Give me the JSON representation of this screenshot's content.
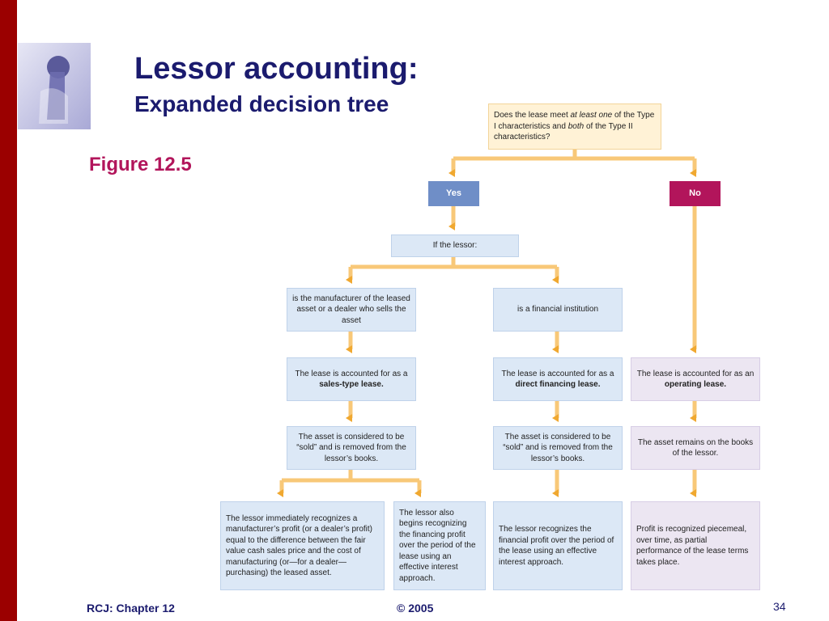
{
  "title": {
    "main": "Lessor accounting:",
    "sub": "Expanded decision tree"
  },
  "figure_label": "Figure 12.5",
  "question": {
    "part1": "Does the lease meet ",
    "part2": "at least one",
    "part3": " of the Type I characteristics and ",
    "part4": "both",
    "part5": " of the Type II characteristics?"
  },
  "yes_label": "Yes",
  "no_label": "No",
  "if_lessor": "If the lessor:",
  "manufacturer": "is the manufacturer of the leased asset or a dealer who sells the asset",
  "financial_institution": "is a financial institution",
  "sales_type": {
    "text": "The lease is accounted for as a ",
    "bold": "sales-type lease."
  },
  "direct_financing": {
    "text": "The lease is accounted for as a ",
    "bold": "direct financing lease."
  },
  "operating": {
    "text": "The lease is accounted for as an ",
    "bold": "operating lease."
  },
  "asset_sold_1": "The asset is considered to be “sold” and is removed from the lessor’s books.",
  "asset_sold_2": "The asset is considered to be “sold” and is removed from the lessor’s books.",
  "asset_remains": "The asset remains on the books of the lessor.",
  "manufacturer_profit": "The lessor immediately recognizes a manufacturer’s profit (or a dealer’s profit) equal to the difference between the fair value cash sales price and the cost of manufacturing (or—for a dealer—purchasing) the leased asset.",
  "financing_profit_also": "The lessor also begins recognizing the financing profit over the period of the lease using an effective interest approach.",
  "financial_profit": "The lessor recognizes the financial profit over the period of the lease using an effective interest approach.",
  "profit_piecemeal": "Profit is recognized piecemeal, over time, as partial performance of the lease terms takes place.",
  "footer": {
    "left": "RCJ: Chapter 12",
    "center": "© 2005",
    "page": "34"
  },
  "colors": {
    "title": "#1b1b6e",
    "figure_label": "#b2155b",
    "left_bar": "#9b0000",
    "yes": "#6f8ec7",
    "no": "#b2155b",
    "arrow": "#f8c878",
    "arrow_head": "#f0a830"
  }
}
